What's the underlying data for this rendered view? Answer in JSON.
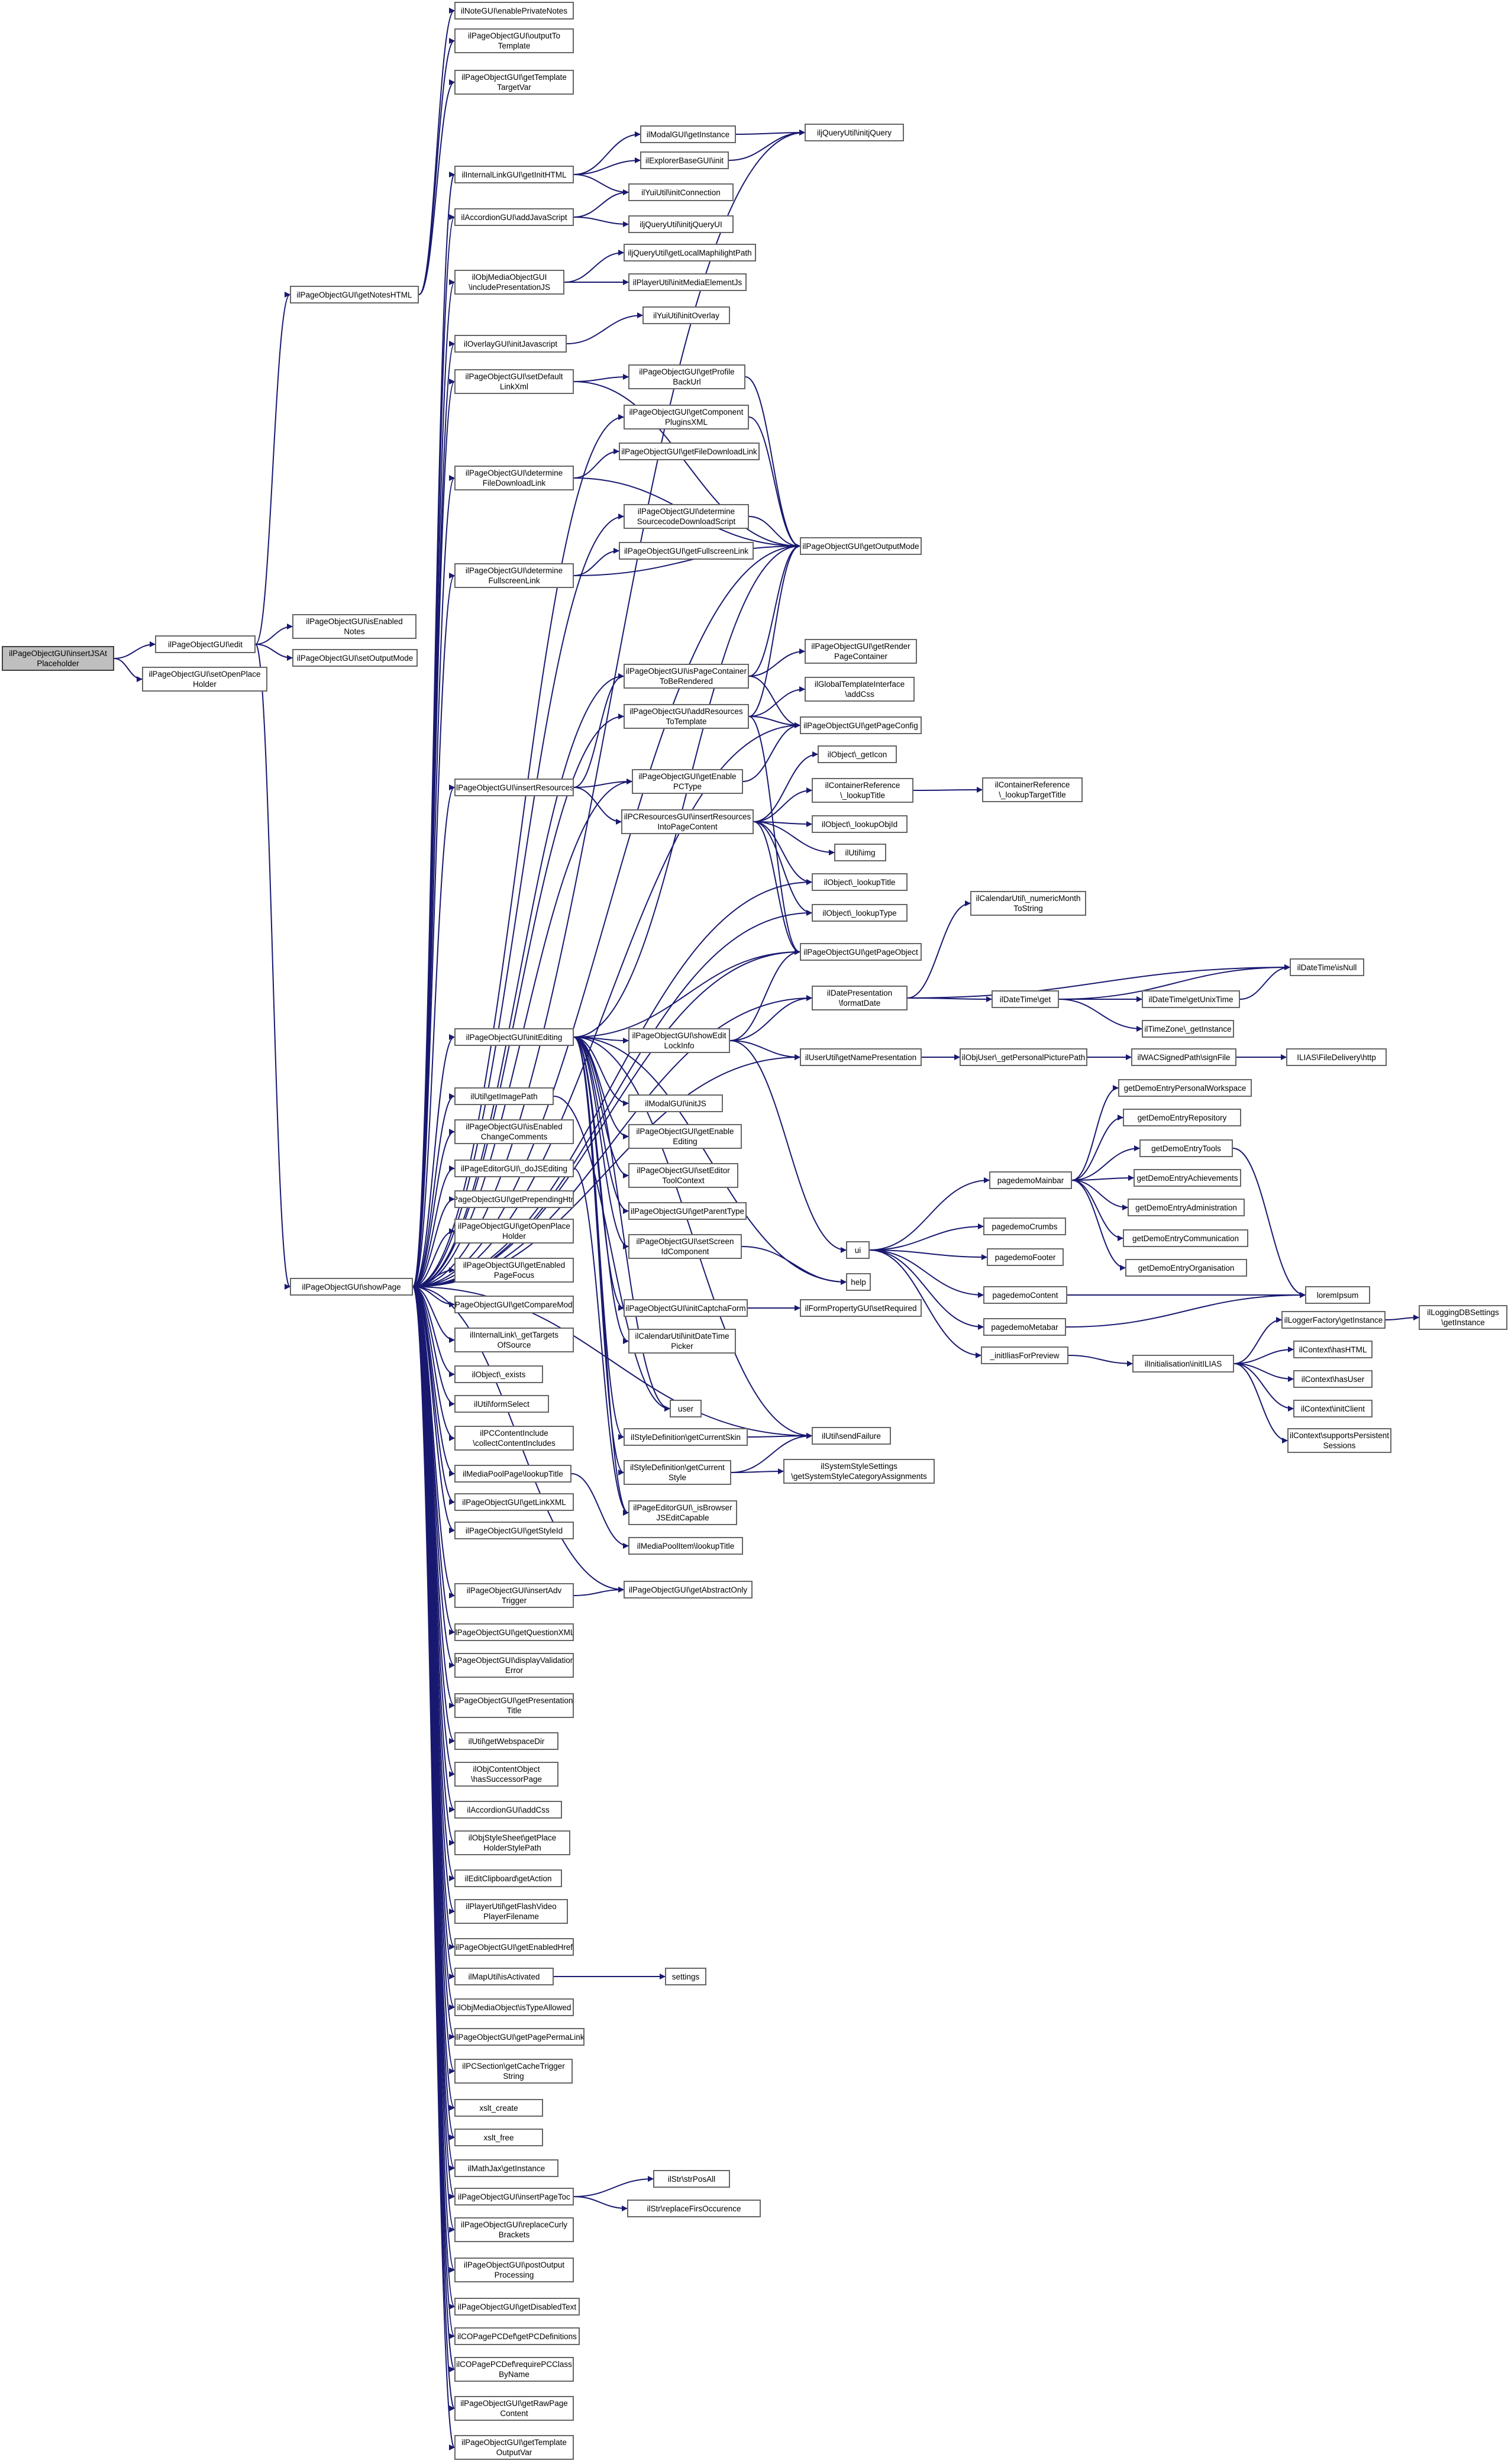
{
  "nodes": [
    {
      "id": "n0",
      "label": "ilPageObjectGUI\\insertJSAt\nPlaceholder",
      "root": true
    },
    {
      "id": "n1",
      "label": "ilPageObjectGUI\\edit"
    },
    {
      "id": "n2",
      "label": "ilPageObjectGUI\\setOpenPlace\nHolder"
    },
    {
      "id": "n3",
      "label": "ilPageObjectGUI\\getNotesHTML"
    },
    {
      "id": "n4",
      "label": "ilPageObjectGUI\\isEnabled\nNotes"
    },
    {
      "id": "n5",
      "label": "ilPageObjectGUI\\setOutputMode"
    },
    {
      "id": "n6",
      "label": "ilPageObjectGUI\\showPage"
    },
    {
      "id": "a1",
      "label": "ilNoteGUI\\enablePrivateNotes"
    },
    {
      "id": "a2",
      "label": "ilPageObjectGUI\\outputTo\nTemplate"
    },
    {
      "id": "a3",
      "label": "ilPageObjectGUI\\getTemplate\nTargetVar"
    },
    {
      "id": "a4",
      "label": "ilInternalLinkGUI\\getInitHTML"
    },
    {
      "id": "a5",
      "label": "ilAccordionGUI\\addJavaScript"
    },
    {
      "id": "a6",
      "label": "ilObjMediaObjectGUI\n\\includePresentationJS"
    },
    {
      "id": "a7",
      "label": "ilOverlayGUI\\initJavascript"
    },
    {
      "id": "a8",
      "label": "ilPageObjectGUI\\setDefault\nLinkXml"
    },
    {
      "id": "a9",
      "label": "ilPageObjectGUI\\determine\nFileDownloadLink"
    },
    {
      "id": "a10",
      "label": "ilPageObjectGUI\\determine\nFullscreenLink"
    },
    {
      "id": "a11",
      "label": "ilPageObjectGUI\\insertResources"
    },
    {
      "id": "a12",
      "label": "ilPageObjectGUI\\initEditing"
    },
    {
      "id": "a13",
      "label": "ilUtil\\getImagePath"
    },
    {
      "id": "a14",
      "label": "ilPageObjectGUI\\isEnabled\nChangeComments"
    },
    {
      "id": "a15",
      "label": "ilPageEditorGUI\\_doJSEditing"
    },
    {
      "id": "a16",
      "label": "ilPageObjectGUI\\getPrependingHtml"
    },
    {
      "id": "a17",
      "label": "ilPageObjectGUI\\getOpenPlace\nHolder"
    },
    {
      "id": "a18",
      "label": "ilPageObjectGUI\\getEnabled\nPageFocus"
    },
    {
      "id": "a19",
      "label": "ilPageObjectGUI\\getCompareMode"
    },
    {
      "id": "a20",
      "label": "ilInternalLink\\_getTargets\nOfSource"
    },
    {
      "id": "a21",
      "label": "ilObject\\_exists"
    },
    {
      "id": "a22",
      "label": "ilUtil\\formSelect"
    },
    {
      "id": "a23",
      "label": "ilPCContentInclude\n\\collectContentIncludes"
    },
    {
      "id": "a24",
      "label": "ilMediaPoolPage\\lookupTitle"
    },
    {
      "id": "a25",
      "label": "ilPageObjectGUI\\getLinkXML"
    },
    {
      "id": "a26",
      "label": "ilPageObjectGUI\\getStyleId"
    },
    {
      "id": "a27",
      "label": "ilPageObjectGUI\\insertAdv\nTrigger"
    },
    {
      "id": "a28",
      "label": "ilPageObjectGUI\\getQuestionXML"
    },
    {
      "id": "a29",
      "label": "ilPageObjectGUI\\displayValidation\nError"
    },
    {
      "id": "a30",
      "label": "ilPageObjectGUI\\getPresentation\nTitle"
    },
    {
      "id": "a31",
      "label": "ilUtil\\getWebspaceDir"
    },
    {
      "id": "a32",
      "label": "ilObjContentObject\n\\hasSuccessorPage"
    },
    {
      "id": "a33",
      "label": "ilAccordionGUI\\addCss"
    },
    {
      "id": "a34",
      "label": "ilObjStyleSheet\\getPlace\nHolderStylePath"
    },
    {
      "id": "a35",
      "label": "ilEditClipboard\\getAction"
    },
    {
      "id": "a36",
      "label": "ilPlayerUtil\\getFlashVideo\nPlayerFilename"
    },
    {
      "id": "a37",
      "label": "ilPageObjectGUI\\getEnabledHref"
    },
    {
      "id": "a38",
      "label": "ilMapUtil\\isActivated"
    },
    {
      "id": "a39",
      "label": "ilObjMediaObject\\isTypeAllowed"
    },
    {
      "id": "a40",
      "label": "ilPageObjectGUI\\getPagePermaLink"
    },
    {
      "id": "a41",
      "label": "ilPCSection\\getCacheTrigger\nString"
    },
    {
      "id": "a42",
      "label": "xslt_create"
    },
    {
      "id": "a43",
      "label": "xslt_free"
    },
    {
      "id": "a44",
      "label": "ilMathJax\\getInstance"
    },
    {
      "id": "a45",
      "label": "ilPageObjectGUI\\insertPageToc"
    },
    {
      "id": "a46",
      "label": "ilPageObjectGUI\\replaceCurly\nBrackets"
    },
    {
      "id": "a47",
      "label": "ilPageObjectGUI\\postOutput\nProcessing"
    },
    {
      "id": "a48",
      "label": "ilPageObjectGUI\\getDisabledText"
    },
    {
      "id": "a49",
      "label": "ilCOPagePCDef\\getPCDefinitions"
    },
    {
      "id": "a50",
      "label": "ilCOPagePCDef\\requirePCClass\nByName"
    },
    {
      "id": "a51",
      "label": "ilPageObjectGUI\\getRawPage\nContent"
    },
    {
      "id": "a52",
      "label": "ilPageObjectGUI\\getTemplate\nOutputVar"
    },
    {
      "id": "b1",
      "label": "ilModalGUI\\getInstance"
    },
    {
      "id": "b2",
      "label": "ilExplorerBaseGUI\\init"
    },
    {
      "id": "b3",
      "label": "ilYuiUtil\\initConnection"
    },
    {
      "id": "b4",
      "label": "iljQueryUtil\\initjQueryUI"
    },
    {
      "id": "b5",
      "label": "iljQueryUtil\\getLocalMaphilightPath"
    },
    {
      "id": "b6",
      "label": "ilPlayerUtil\\initMediaElementJs"
    },
    {
      "id": "b7",
      "label": "ilYuiUtil\\initOverlay"
    },
    {
      "id": "b8",
      "label": "ilPageObjectGUI\\getProfile\nBackUrl"
    },
    {
      "id": "b9",
      "label": "ilPageObjectGUI\\getComponent\nPluginsXML"
    },
    {
      "id": "b10",
      "label": "ilPageObjectGUI\\getFileDownloadLink"
    },
    {
      "id": "b11",
      "label": "ilPageObjectGUI\\determine\nSourcecodeDownloadScript"
    },
    {
      "id": "b12",
      "label": "ilPageObjectGUI\\getFullscreenLink"
    },
    {
      "id": "b13",
      "label": "ilPageObjectGUI\\isPageContainer\nToBeRendered"
    },
    {
      "id": "b14",
      "label": "ilPageObjectGUI\\addResources\nToTemplate"
    },
    {
      "id": "b15",
      "label": "ilPageObjectGUI\\getEnable\nPCType"
    },
    {
      "id": "b16",
      "label": "ilPCResourcesGUI\\insertResources\nIntoPageContent"
    },
    {
      "id": "b17",
      "label": "ilPageObjectGUI\\showEdit\nLockInfo"
    },
    {
      "id": "b18",
      "label": "ilModalGUI\\initJS"
    },
    {
      "id": "b19",
      "label": "ilPageObjectGUI\\getEnable\nEditing"
    },
    {
      "id": "b20",
      "label": "ilPageObjectGUI\\setEditor\nToolContext"
    },
    {
      "id": "b21",
      "label": "ilPageObjectGUI\\getParentType"
    },
    {
      "id": "b22",
      "label": "ilPageObjectGUI\\setScreen\nIdComponent"
    },
    {
      "id": "b23",
      "label": "ilPageObjectGUI\\initCaptchaForm"
    },
    {
      "id": "b24",
      "label": "ilCalendarUtil\\initDateTime\nPicker"
    },
    {
      "id": "b25",
      "label": "user"
    },
    {
      "id": "b26",
      "label": "ilStyleDefinition\\getCurrentSkin"
    },
    {
      "id": "b27",
      "label": "ilStyleDefinition\\getCurrent\nStyle"
    },
    {
      "id": "b28",
      "label": "ilPageEditorGUI\\_isBrowser\nJSEditCapable"
    },
    {
      "id": "b29",
      "label": "ilMediaPoolItem\\lookupTitle"
    },
    {
      "id": "b30",
      "label": "ilPageObjectGUI\\getAbstractOnly"
    },
    {
      "id": "b31",
      "label": "settings"
    },
    {
      "id": "b32",
      "label": "ilStr\\strPosAll"
    },
    {
      "id": "b33",
      "label": "ilStr\\replaceFirsOccurence"
    },
    {
      "id": "c1",
      "label": "iljQueryUtil\\initjQuery"
    },
    {
      "id": "c2",
      "label": "ilPageObjectGUI\\getOutputMode"
    },
    {
      "id": "c3",
      "label": "ilPageObjectGUI\\getRender\nPageContainer"
    },
    {
      "id": "c4",
      "label": "ilGlobalTemplateInterface\n\\addCss"
    },
    {
      "id": "c5",
      "label": "ilPageObjectGUI\\getPageConfig"
    },
    {
      "id": "c6",
      "label": "ilObject\\_getIcon"
    },
    {
      "id": "c7",
      "label": "ilContainerReference\n\\_lookupTitle"
    },
    {
      "id": "c8",
      "label": "ilObject\\_lookupObjId"
    },
    {
      "id": "c9",
      "label": "ilUtil\\img"
    },
    {
      "id": "c10",
      "label": "ilObject\\_lookupTitle"
    },
    {
      "id": "c11",
      "label": "ilObject\\_lookupType"
    },
    {
      "id": "c12",
      "label": "ilPageObjectGUI\\getPageObject"
    },
    {
      "id": "c13",
      "label": "ilDatePresentation\n\\formatDate"
    },
    {
      "id": "c14",
      "label": "ilUserUtil\\getNamePresentation"
    },
    {
      "id": "c15",
      "label": "ui"
    },
    {
      "id": "c16",
      "label": "help"
    },
    {
      "id": "c17",
      "label": "ilFormPropertyGUI\\setRequired"
    },
    {
      "id": "c18",
      "label": "ilUtil\\sendFailure"
    },
    {
      "id": "c19",
      "label": "ilSystemStyleSettings\n\\getSystemStyleCategoryAssignments"
    },
    {
      "id": "d1",
      "label": "ilContainerReference\n\\_lookupTargetTitle"
    },
    {
      "id": "d2",
      "label": "ilCalendarUtil\\_numericMonth\nToString"
    },
    {
      "id": "d3",
      "label": "ilDateTime\\isNull"
    },
    {
      "id": "d4",
      "label": "ilDateTime\\get"
    },
    {
      "id": "d5",
      "label": "ilDateTime\\getUnixTime"
    },
    {
      "id": "d6",
      "label": "ilTimeZone\\_getInstance"
    },
    {
      "id": "d7",
      "label": "ilObjUser\\_getPersonalPicturePath"
    },
    {
      "id": "d8",
      "label": "ilWACSignedPath\\signFile"
    },
    {
      "id": "d9",
      "label": "ILIAS\\FileDelivery\\http"
    },
    {
      "id": "e1",
      "label": "pagedemoMainbar"
    },
    {
      "id": "e2",
      "label": "pagedemoCrumbs"
    },
    {
      "id": "e3",
      "label": "pagedemoFooter"
    },
    {
      "id": "e4",
      "label": "pagedemoContent"
    },
    {
      "id": "e5",
      "label": "pagedemoMetabar"
    },
    {
      "id": "e6",
      "label": "_initIliasForPreview"
    },
    {
      "id": "f1",
      "label": "getDemoEntryPersonalWorkspace"
    },
    {
      "id": "f2",
      "label": "getDemoEntryRepository"
    },
    {
      "id": "f3",
      "label": "getDemoEntryTools"
    },
    {
      "id": "f4",
      "label": "getDemoEntryAchievements"
    },
    {
      "id": "f5",
      "label": "getDemoEntryAdministration"
    },
    {
      "id": "f6",
      "label": "getDemoEntryCommunication"
    },
    {
      "id": "f7",
      "label": "getDemoEntryOrganisation"
    },
    {
      "id": "f8",
      "label": "loremIpsum"
    },
    {
      "id": "f9",
      "label": "ilInitialisation\\initILIAS"
    },
    {
      "id": "g1",
      "label": "ilLoggerFactory\\getInstance"
    },
    {
      "id": "g2",
      "label": "ilLoggingDBSettings\n\\getInstance"
    },
    {
      "id": "g3",
      "label": "ilContext\\hasHTML"
    },
    {
      "id": "g4",
      "label": "ilContext\\hasUser"
    },
    {
      "id": "g5",
      "label": "ilContext\\initClient"
    },
    {
      "id": "g6",
      "label": "ilContext\\supportsPersistent\nSessions"
    }
  ],
  "edges": [
    [
      "n0",
      "n1"
    ],
    [
      "n0",
      "n2"
    ],
    [
      "n1",
      "n3"
    ],
    [
      "n1",
      "n4"
    ],
    [
      "n1",
      "n5"
    ],
    [
      "n1",
      "n6"
    ],
    [
      "n3",
      "a1"
    ],
    [
      "n3",
      "a2"
    ],
    [
      "n3",
      "a3"
    ],
    [
      "n6",
      "c1"
    ],
    [
      "n6",
      "a4"
    ],
    [
      "n6",
      "a5"
    ],
    [
      "n6",
      "a6"
    ],
    [
      "n6",
      "a7"
    ],
    [
      "n6",
      "a8"
    ],
    [
      "n6",
      "b9"
    ],
    [
      "n6",
      "a9"
    ],
    [
      "n6",
      "b11"
    ],
    [
      "n6",
      "a10"
    ],
    [
      "n6",
      "c2"
    ],
    [
      "n6",
      "b13"
    ],
    [
      "n6",
      "b14"
    ],
    [
      "n6",
      "c5"
    ],
    [
      "n6",
      "a11"
    ],
    [
      "n6",
      "b15"
    ],
    [
      "n6",
      "c10"
    ],
    [
      "n6",
      "c11"
    ],
    [
      "n6",
      "c12"
    ],
    [
      "n6",
      "c13"
    ],
    [
      "n6",
      "a12"
    ],
    [
      "n6",
      "c14"
    ],
    [
      "n6",
      "a13"
    ],
    [
      "n6",
      "a14"
    ],
    [
      "n6",
      "a15"
    ],
    [
      "n6",
      "a16"
    ],
    [
      "n6",
      "a17"
    ],
    [
      "n6",
      "a18"
    ],
    [
      "n6",
      "a19"
    ],
    [
      "n6",
      "a20"
    ],
    [
      "n6",
      "a21"
    ],
    [
      "n6",
      "a22"
    ],
    [
      "n6",
      "a23"
    ],
    [
      "n6",
      "a24"
    ],
    [
      "n6",
      "a25"
    ],
    [
      "n6",
      "a26"
    ],
    [
      "n6",
      "b30"
    ],
    [
      "n6",
      "a27"
    ],
    [
      "n6",
      "a28"
    ],
    [
      "n6",
      "a29"
    ],
    [
      "n6",
      "a30"
    ],
    [
      "n6",
      "a31"
    ],
    [
      "n6",
      "a32"
    ],
    [
      "n6",
      "a33"
    ],
    [
      "n6",
      "a34"
    ],
    [
      "n6",
      "a35"
    ],
    [
      "n6",
      "a36"
    ],
    [
      "n6",
      "a37"
    ],
    [
      "n6",
      "a38"
    ],
    [
      "n6",
      "a39"
    ],
    [
      "n6",
      "a40"
    ],
    [
      "n6",
      "a41"
    ],
    [
      "n6",
      "a42"
    ],
    [
      "n6",
      "a43"
    ],
    [
      "n6",
      "a44"
    ],
    [
      "n6",
      "a45"
    ],
    [
      "n6",
      "a46"
    ],
    [
      "n6",
      "a47"
    ],
    [
      "n6",
      "a48"
    ],
    [
      "n6",
      "a49"
    ],
    [
      "n6",
      "a50"
    ],
    [
      "n6",
      "a51"
    ],
    [
      "n6",
      "a52"
    ],
    [
      "n6",
      "c18"
    ],
    [
      "a4",
      "b1"
    ],
    [
      "a4",
      "b2"
    ],
    [
      "a4",
      "b3"
    ],
    [
      "b1",
      "c1"
    ],
    [
      "b2",
      "c1"
    ],
    [
      "a5",
      "b3"
    ],
    [
      "a5",
      "b4"
    ],
    [
      "a6",
      "b5"
    ],
    [
      "a6",
      "b6"
    ],
    [
      "a7",
      "b7"
    ],
    [
      "a8",
      "b8"
    ],
    [
      "a8",
      "c2"
    ],
    [
      "b8",
      "c2"
    ],
    [
      "b9",
      "c2"
    ],
    [
      "a9",
      "b10"
    ],
    [
      "a9",
      "c2"
    ],
    [
      "b11",
      "c2"
    ],
    [
      "a10",
      "b12"
    ],
    [
      "a10",
      "c2"
    ],
    [
      "b13",
      "c2"
    ],
    [
      "b13",
      "c3"
    ],
    [
      "b13",
      "c5"
    ],
    [
      "b14",
      "c2"
    ],
    [
      "b14",
      "c4"
    ],
    [
      "b14",
      "c5"
    ],
    [
      "b14",
      "c12"
    ],
    [
      "a11",
      "b15"
    ],
    [
      "a11",
      "b16"
    ],
    [
      "a11",
      "b13"
    ],
    [
      "b15",
      "c5"
    ],
    [
      "b16",
      "c6"
    ],
    [
      "b16",
      "c7"
    ],
    [
      "b16",
      "c8"
    ],
    [
      "b16",
      "c9"
    ],
    [
      "b16",
      "c10"
    ],
    [
      "b16",
      "c11"
    ],
    [
      "b16",
      "c12"
    ],
    [
      "c7",
      "d1"
    ],
    [
      "a12",
      "b17"
    ],
    [
      "a12",
      "b18"
    ],
    [
      "a12",
      "b19"
    ],
    [
      "a12",
      "b20"
    ],
    [
      "a12",
      "b21"
    ],
    [
      "a12",
      "b22"
    ],
    [
      "a12",
      "b23"
    ],
    [
      "a12",
      "b24"
    ],
    [
      "a12",
      "b25"
    ],
    [
      "a12",
      "b26"
    ],
    [
      "a12",
      "b27"
    ],
    [
      "a12",
      "b28"
    ],
    [
      "a12",
      "c12"
    ],
    [
      "a12",
      "c2"
    ],
    [
      "a12",
      "c16"
    ],
    [
      "a12",
      "c18"
    ],
    [
      "b17",
      "c12"
    ],
    [
      "b17",
      "c13"
    ],
    [
      "b17",
      "c14"
    ],
    [
      "b17",
      "c15"
    ],
    [
      "c13",
      "d2"
    ],
    [
      "c13",
      "d3"
    ],
    [
      "c13",
      "d4"
    ],
    [
      "d4",
      "d5"
    ],
    [
      "d4",
      "d6"
    ],
    [
      "d4",
      "d3"
    ],
    [
      "d5",
      "d3"
    ],
    [
      "c14",
      "d7"
    ],
    [
      "d7",
      "d8"
    ],
    [
      "d8",
      "d9"
    ],
    [
      "b22",
      "c16"
    ],
    [
      "b23",
      "c17"
    ],
    [
      "b26",
      "c18"
    ],
    [
      "b27",
      "c18"
    ],
    [
      "b27",
      "c19"
    ],
    [
      "a13",
      "b25"
    ],
    [
      "a15",
      "b28"
    ],
    [
      "a24",
      "b29"
    ],
    [
      "a27",
      "b30"
    ],
    [
      "a38",
      "b31"
    ],
    [
      "a45",
      "b32"
    ],
    [
      "a45",
      "b33"
    ],
    [
      "c15",
      "e1"
    ],
    [
      "c15",
      "e2"
    ],
    [
      "c15",
      "e3"
    ],
    [
      "c15",
      "e4"
    ],
    [
      "c15",
      "e5"
    ],
    [
      "c15",
      "e6"
    ],
    [
      "e1",
      "f1"
    ],
    [
      "e1",
      "f2"
    ],
    [
      "e1",
      "f3"
    ],
    [
      "e1",
      "f4"
    ],
    [
      "e1",
      "f5"
    ],
    [
      "e1",
      "f6"
    ],
    [
      "e1",
      "f7"
    ],
    [
      "f3",
      "f8"
    ],
    [
      "e4",
      "f8"
    ],
    [
      "e5",
      "f8"
    ],
    [
      "e6",
      "f9"
    ],
    [
      "f9",
      "g1"
    ],
    [
      "f9",
      "g3"
    ],
    [
      "f9",
      "g4"
    ],
    [
      "f9",
      "g5"
    ],
    [
      "f9",
      "g6"
    ],
    [
      "g1",
      "g2"
    ]
  ]
}
